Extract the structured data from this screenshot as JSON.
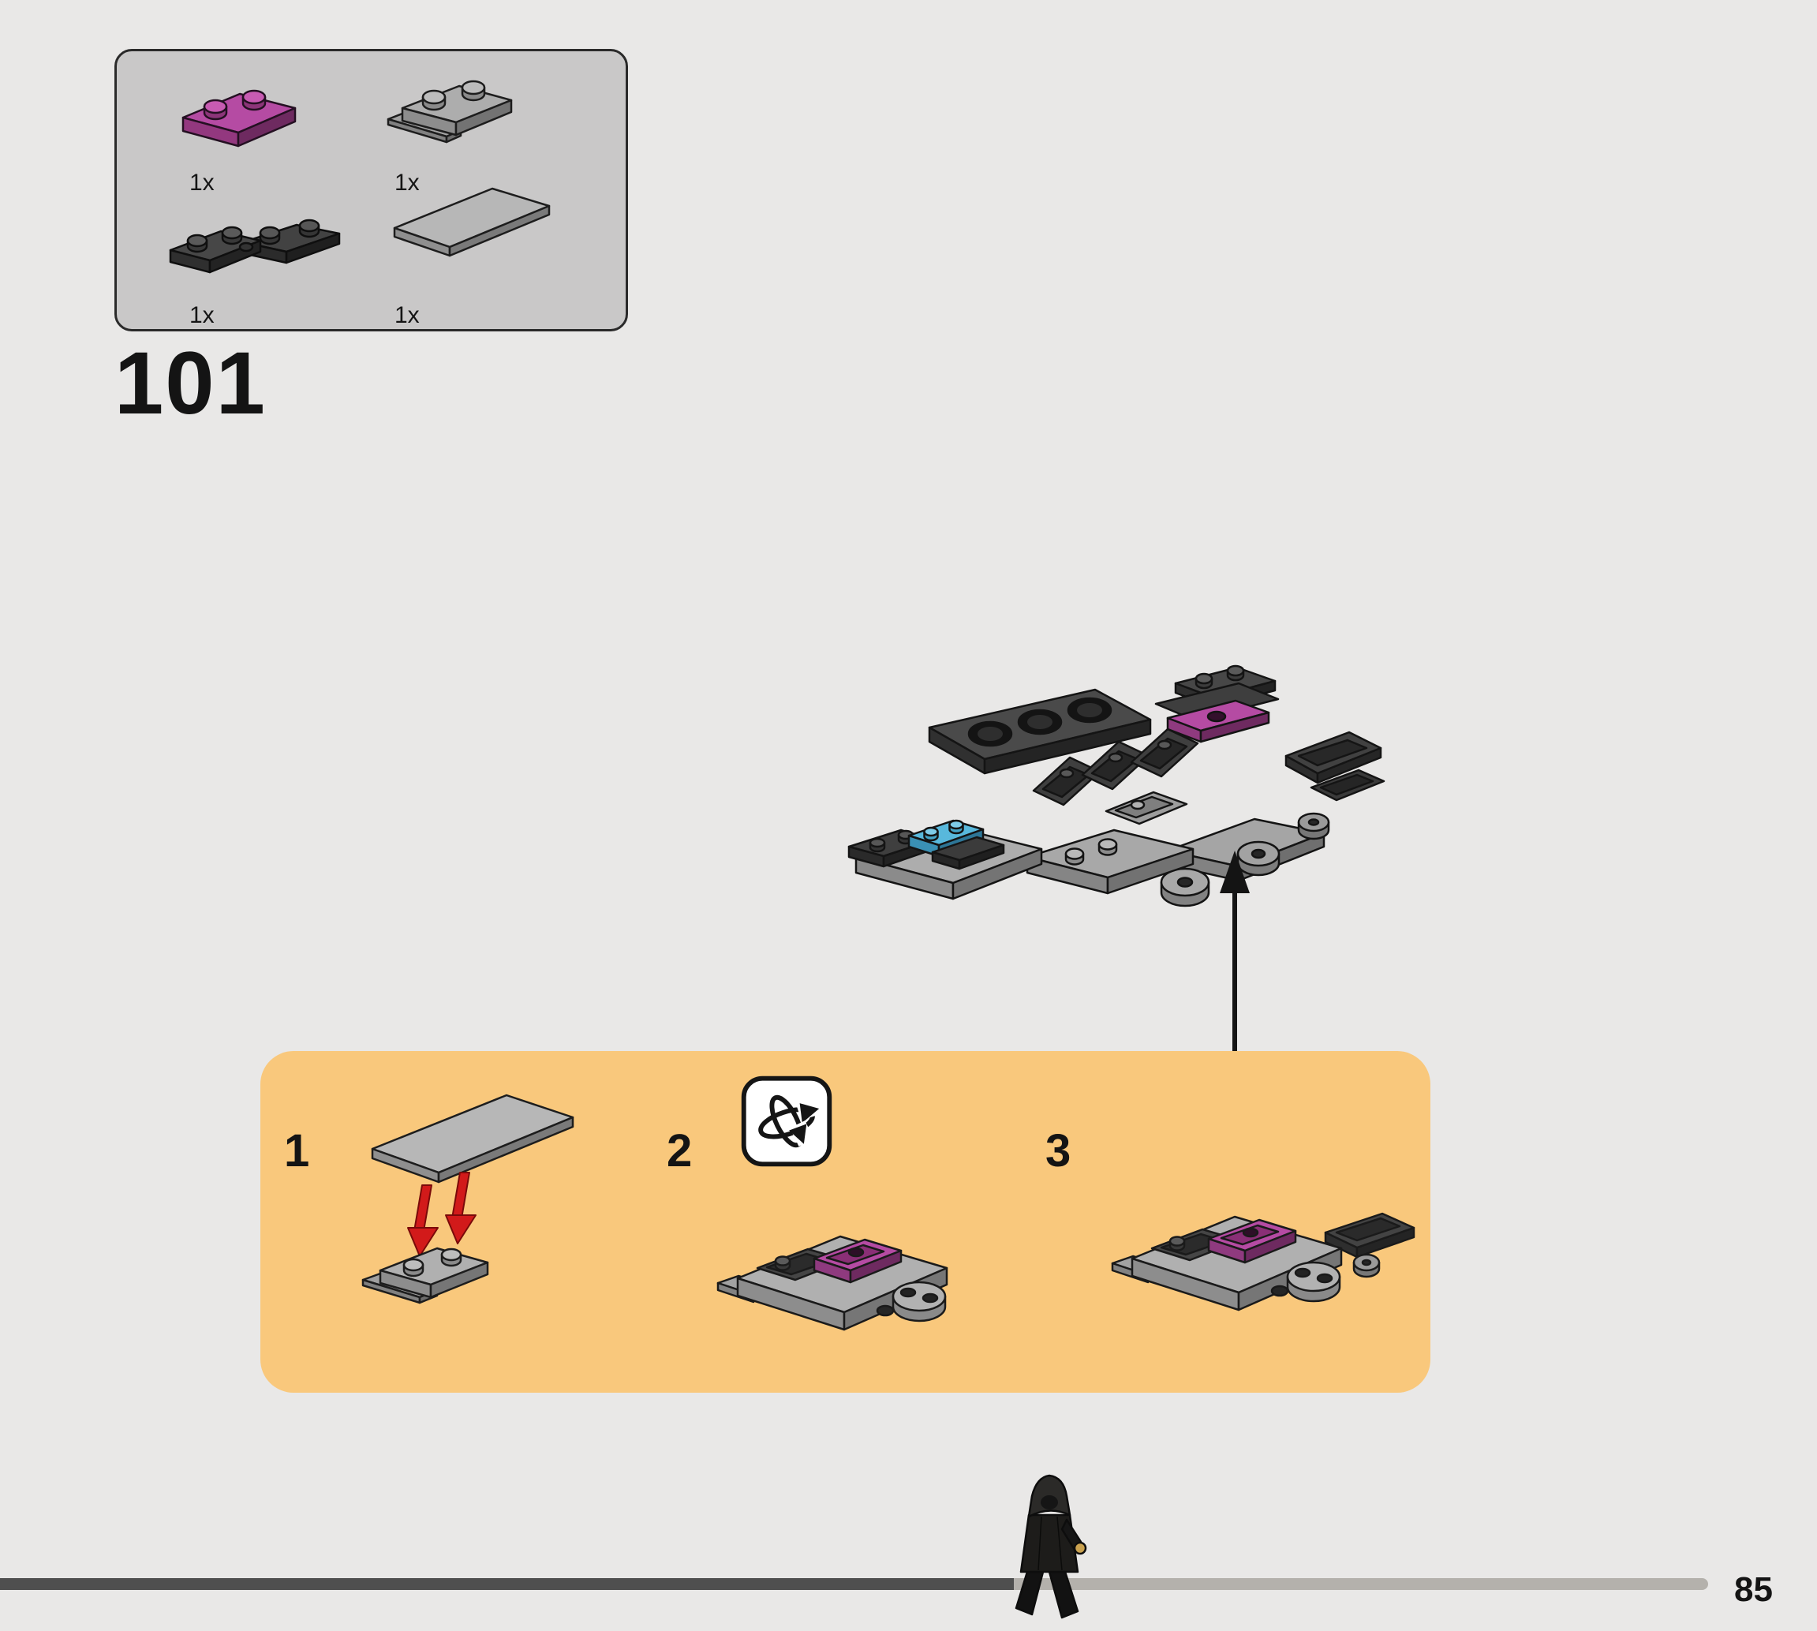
{
  "page": {
    "step_number": "101",
    "page_number": "85",
    "background_color": "#e9e8e7"
  },
  "parts_box": {
    "parts": [
      {
        "label": "1x",
        "part": "plate-1x2-magenta",
        "color": "#b54ba3"
      },
      {
        "label": "1x",
        "part": "plate-1x2-with-rail-gray",
        "color": "#adadad"
      },
      {
        "label": "1x",
        "part": "hinge-plates-dark-gray",
        "color": "#424242"
      },
      {
        "label": "1x",
        "part": "tile-2x4-gray",
        "color": "#b7b7b7"
      }
    ]
  },
  "callout": {
    "background_color": "#f9c87c",
    "steps": [
      {
        "label": "1",
        "icon": "red-placement-arrows"
      },
      {
        "label": "2",
        "icon": "rotate-model-icon"
      },
      {
        "label": "3",
        "icon": ""
      }
    ]
  },
  "assembly": {
    "arrow": "up-arrow",
    "accent_colors": {
      "magenta": "#b54ba3",
      "azure": "#58b8dc",
      "dark_gray": "#424242",
      "light_gray": "#adadad",
      "arrow_red": "#d21a1a"
    }
  },
  "progress": {
    "dark_color": "#4f4f4f",
    "light_color": "#b4b1ac",
    "marker": "hooded-minifigure"
  }
}
